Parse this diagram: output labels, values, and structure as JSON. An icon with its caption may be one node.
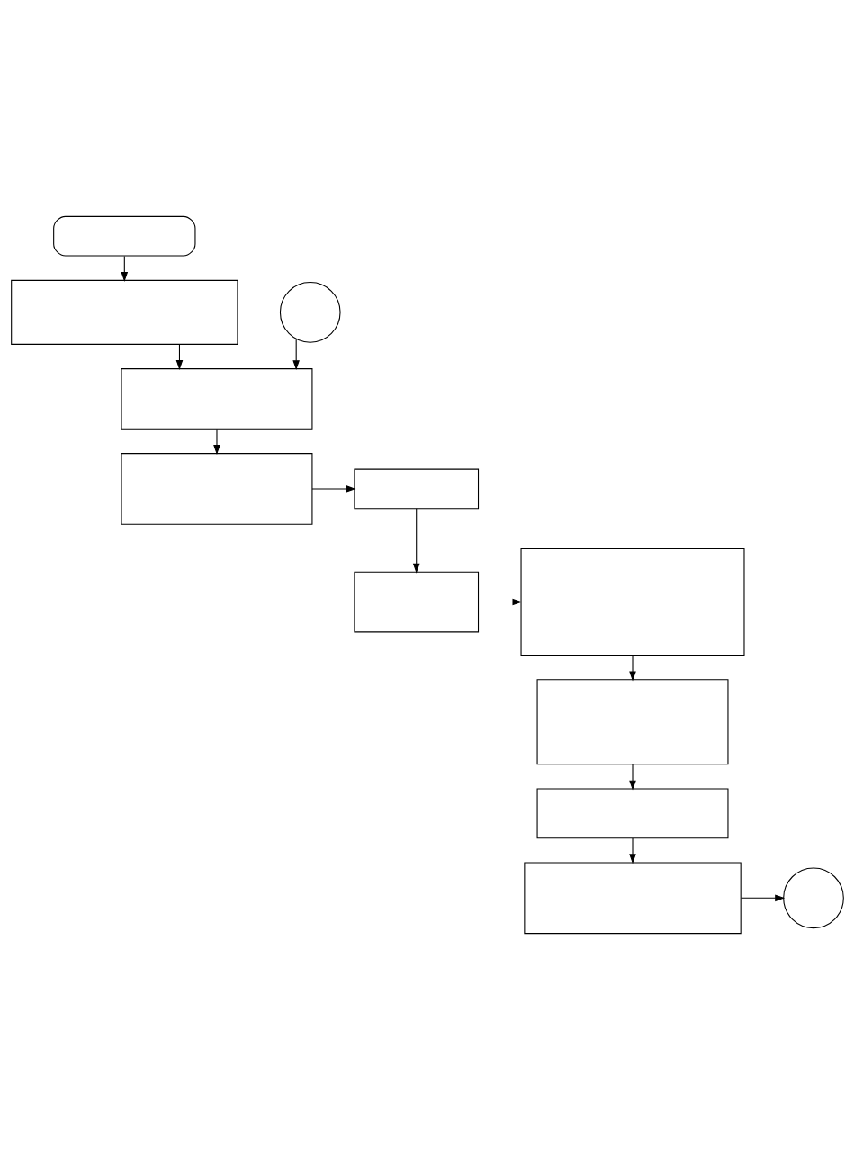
{
  "diagram": {
    "nodes": [
      {
        "text": [],
        "shape": "rounded"
      },
      {
        "text": [],
        "shape": "box"
      },
      {
        "text": [],
        "shape": "circle"
      },
      {
        "text": [],
        "shape": "box"
      },
      {
        "text": [],
        "shape": "box"
      },
      {
        "text": [],
        "shape": "box"
      },
      {
        "text": [],
        "shape": "box"
      },
      {
        "text": [],
        "shape": "box"
      },
      {
        "text": [],
        "shape": "box"
      },
      {
        "text": [],
        "shape": "box"
      },
      {
        "text": [],
        "shape": "box"
      },
      {
        "text": [],
        "shape": "circle"
      }
    ],
    "edges": [
      {
        "from": 0,
        "to": 1,
        "arrow": "to"
      },
      {
        "from": 1,
        "to": 3,
        "arrow": "to"
      },
      {
        "from": 2,
        "to": 3,
        "arrow": "to"
      },
      {
        "from": 3,
        "to": 4,
        "arrow": "to"
      },
      {
        "from": 4,
        "to": 5,
        "arrow": "to"
      },
      {
        "from": 5,
        "to": 7,
        "arrow": "to"
      },
      {
        "from": 7,
        "to": 6,
        "arrow": "to"
      },
      {
        "from": 6,
        "to": 8,
        "arrow": "to"
      },
      {
        "from": 8,
        "to": 9,
        "arrow": "to"
      },
      {
        "from": 9,
        "to": 10,
        "arrow": "to"
      },
      {
        "from": 10,
        "to": 11,
        "arrow": "to"
      }
    ]
  }
}
